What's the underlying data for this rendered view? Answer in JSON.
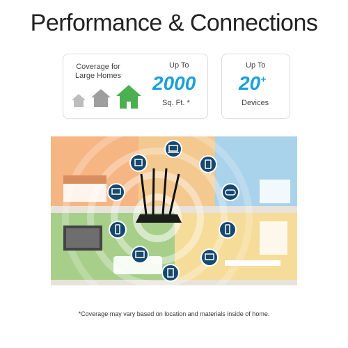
{
  "title": "Performance & Connections",
  "coverage": {
    "label": "Coverage for Large Homes",
    "upto": "Up To",
    "value": "2000",
    "unit": "Sq. Ft. *",
    "house_colors": [
      "#bbbbbb",
      "#999999",
      "#4caf50"
    ]
  },
  "devices": {
    "upto": "Up To",
    "value": "20",
    "plus": "+",
    "unit": "Devices"
  },
  "icons": [
    "laptop-icon",
    "printer-icon",
    "tablet-icon",
    "desktop-icon",
    "gamepad-icon",
    "phone-icon",
    "tv-icon",
    "nas-icon",
    "camera-icon",
    "monitor-icon"
  ],
  "footnote": "*Coverage may vary based on location and materials inside of home."
}
